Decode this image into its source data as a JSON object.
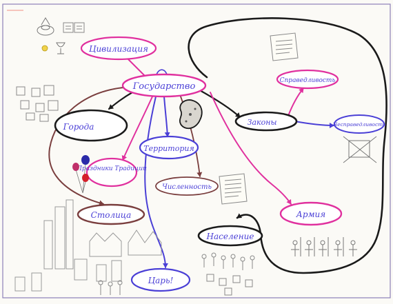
{
  "nodes": {
    "civilization": "Цивилизация",
    "state": "Государство",
    "cities": "Города",
    "territory": "Территория",
    "holidays": "Праздники Традиции",
    "population_count": "Численность",
    "capital": "Столица",
    "laws": "Законы",
    "justice": "Справедливость",
    "injustice": "Несправедливость",
    "army": "Армия",
    "population": "Население",
    "tsar": "Царь!"
  },
  "colors": {
    "magenta": "#e0309e",
    "black": "#1a1a1a",
    "brown": "#7a3e3e",
    "blue": "#4a3fd6",
    "frame": "#8d7fb8"
  }
}
